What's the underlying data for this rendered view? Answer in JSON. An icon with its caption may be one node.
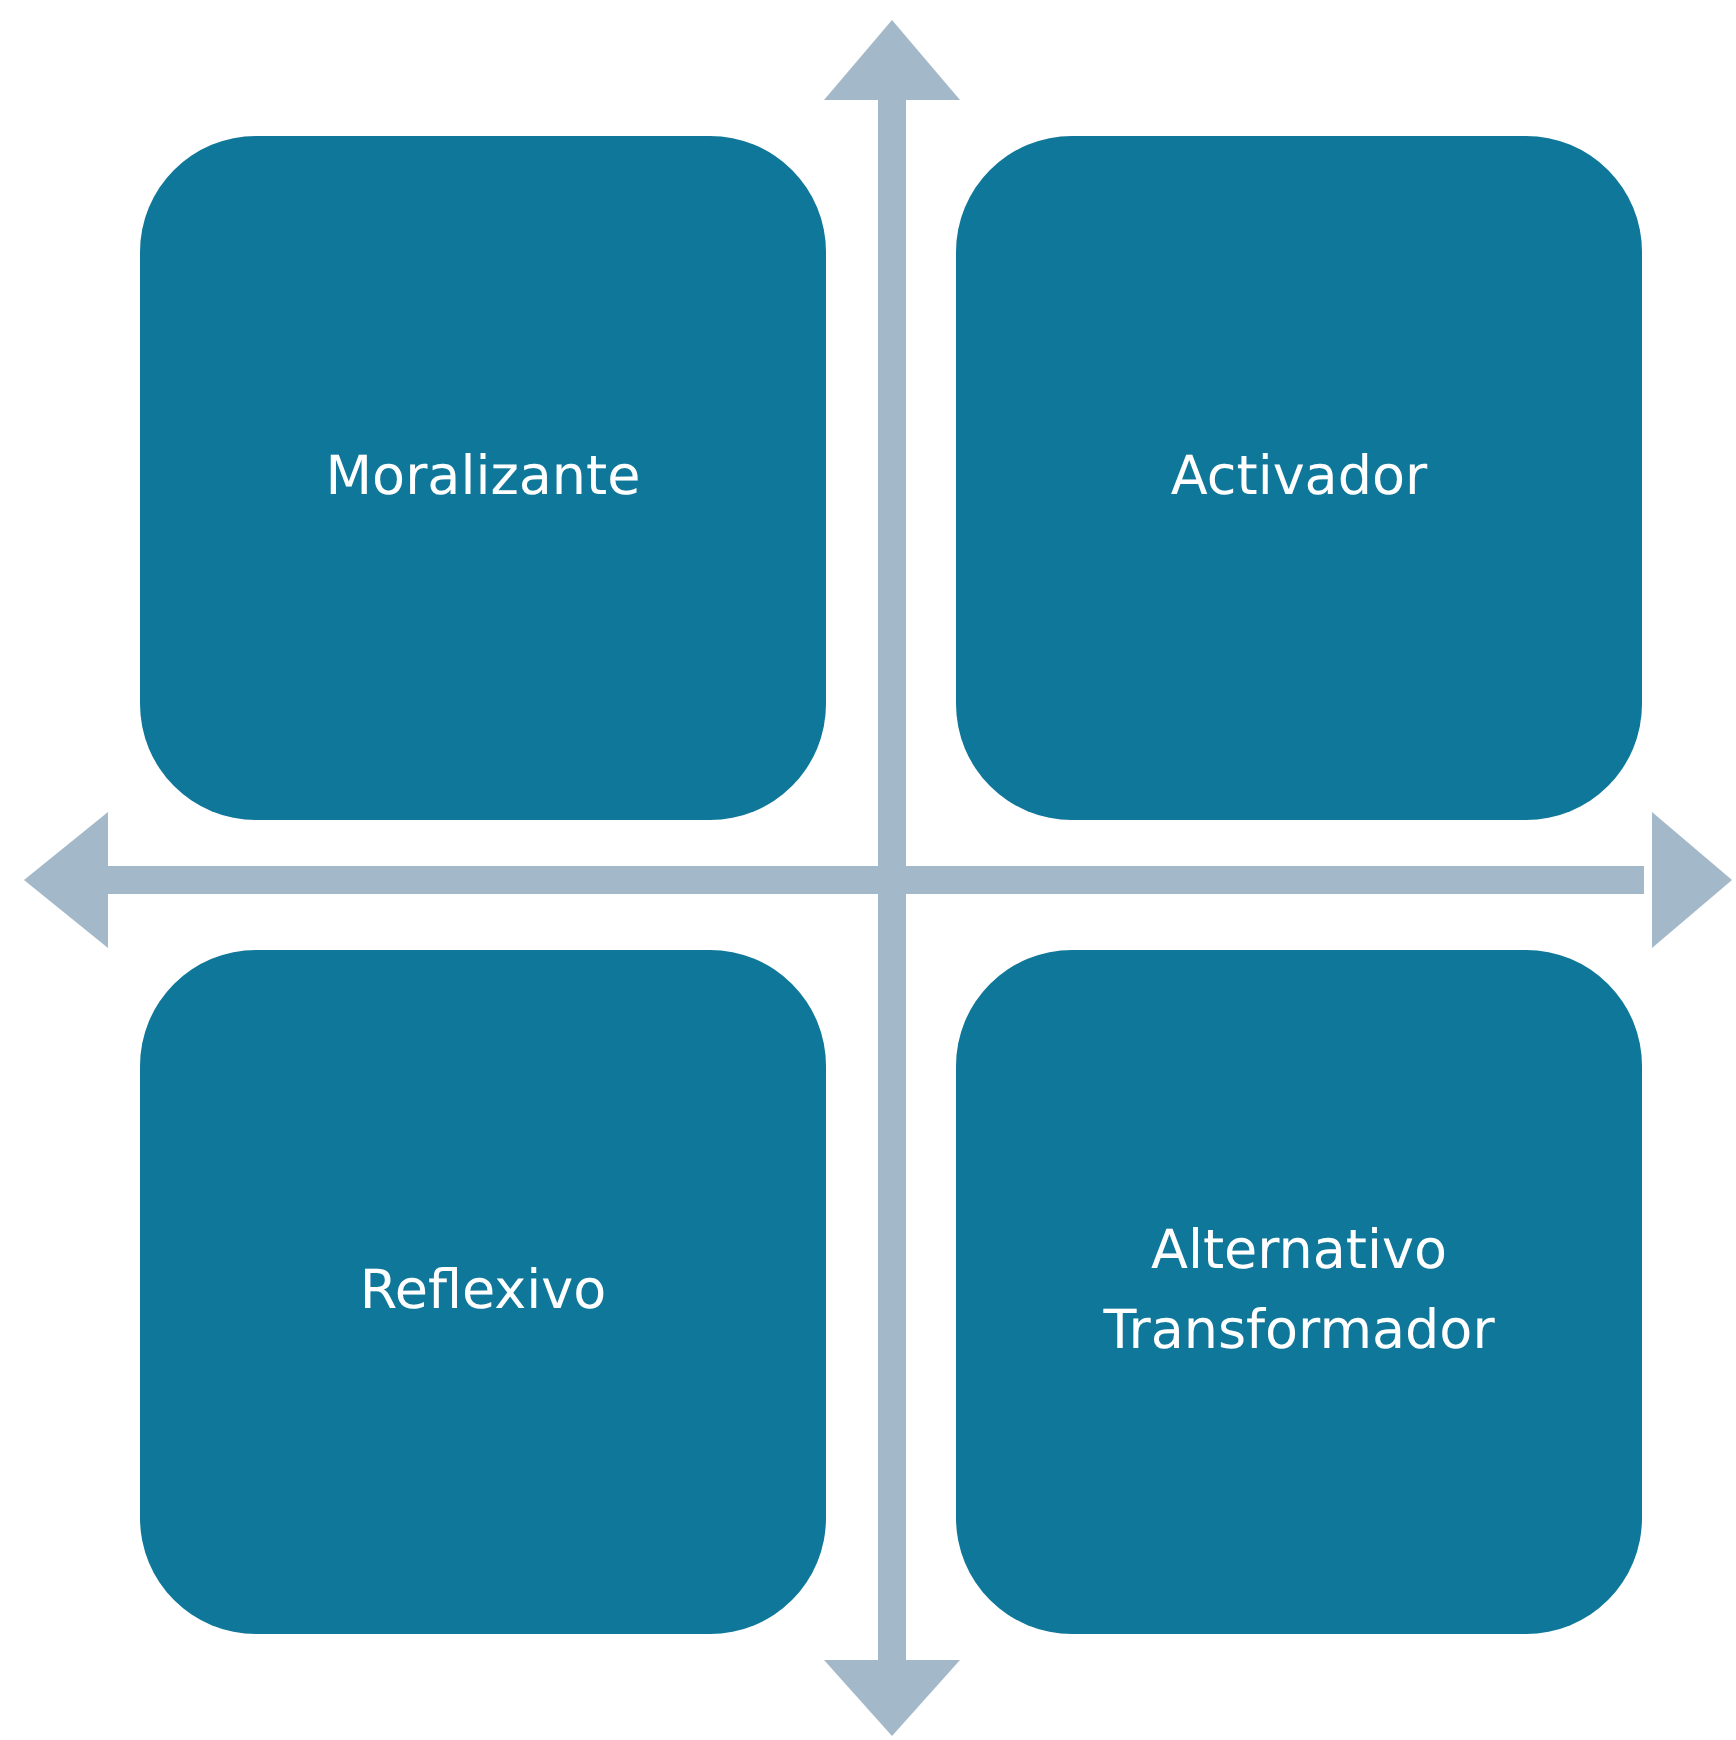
{
  "diagram": {
    "nodes": [
      {
        "text": [
          "Moralizante"
        ]
      },
      {
        "text": [
          "Activador"
        ]
      },
      {
        "text": [
          "Reflexivo"
        ]
      },
      {
        "text": [
          "Alternativo Transformador"
        ]
      }
    ]
  }
}
